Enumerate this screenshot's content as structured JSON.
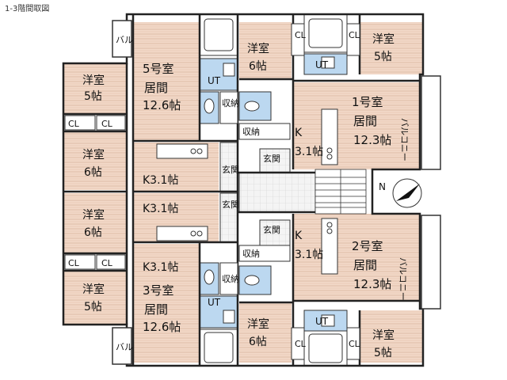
{
  "title": "1-3階間取図",
  "north_label": "N",
  "rooms": {
    "unit5_living": [
      "5号室",
      "居間",
      "12.6帖"
    ],
    "unit5_room6": [
      "洋室",
      "6帖"
    ],
    "unit5_room5": [
      "洋室",
      "5帖"
    ],
    "unit5_k": "K3.1帖",
    "unit4_room5": [
      "洋室",
      "5帖"
    ],
    "unit4_room6": [
      "洋室",
      "6帖"
    ],
    "unit4_k": "K3.1帖",
    "unit1_living": [
      "1号室",
      "居間",
      "12.3帖"
    ],
    "unit1_k": [
      "K",
      "3.1帖"
    ],
    "unit2_living": [
      "2号室",
      "居間",
      "12.3帖"
    ],
    "unit2_k": [
      "K",
      "3.1帖"
    ],
    "unit3_living": [
      "3号室",
      "居間",
      "12.6帖"
    ],
    "unit3_room6": [
      "洋室",
      "6帖"
    ],
    "unit3_room5": [
      "洋室",
      "5帖"
    ],
    "unit3_k": "K3.1帖",
    "unit6_room6": [
      "洋室",
      "6帖"
    ],
    "unit6_room5": [
      "洋室",
      "5帖"
    ],
    "unit7_room6": [
      "洋室",
      "6帖"
    ],
    "unit7_room5": [
      "洋室",
      "5帖"
    ]
  },
  "labels": {
    "cl": "CL",
    "ut": "UT",
    "storage": "収納",
    "storage_v": "収\n納",
    "entrance": "玄関",
    "entrance_v": "玄\n関",
    "balcony_short": "バル",
    "balcony": "バルコニー"
  }
}
